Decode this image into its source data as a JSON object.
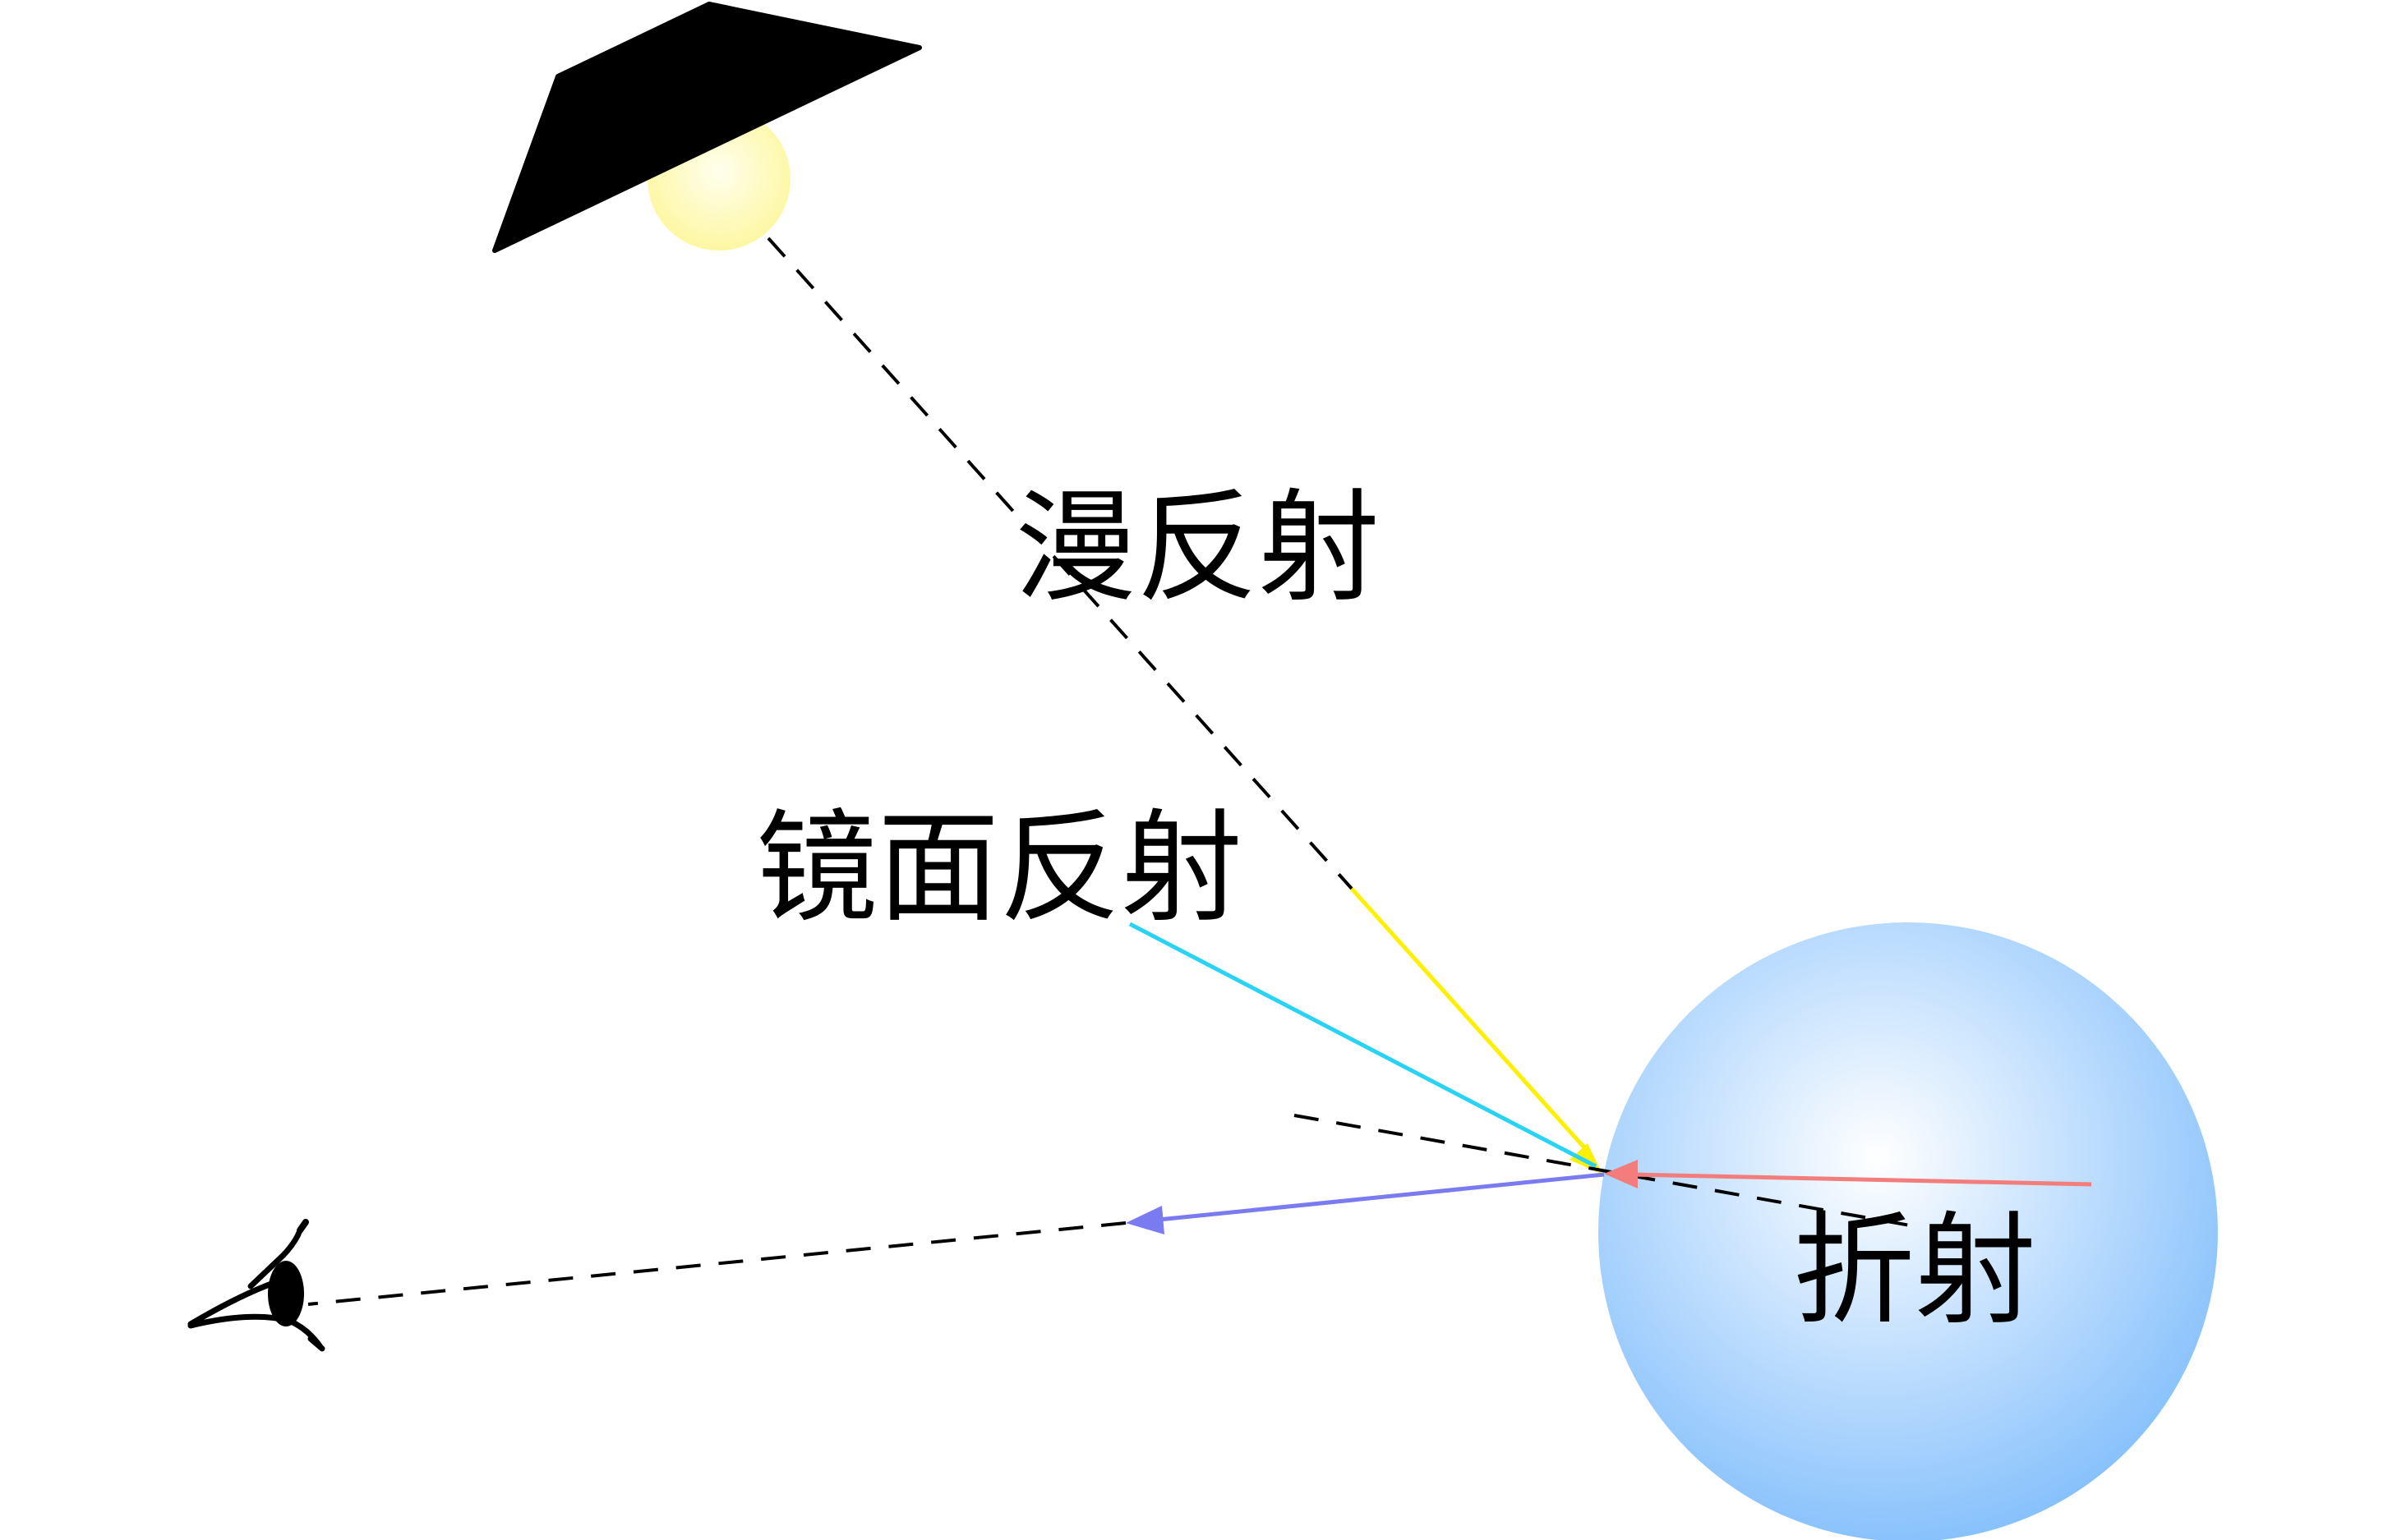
{
  "labels": {
    "diffuse": "漫反射",
    "specular": "镜面反射",
    "refraction": "折射"
  },
  "colors": {
    "background": "#ffffff",
    "lamp_shade": "#000000",
    "light_bulb_center": "#ffffee",
    "light_bulb_edge": "#fdf7a2",
    "sphere_center": "#ffffff",
    "sphere_edge": "#83bffc",
    "diffuse_ray": "#fff000",
    "specular_ray": "#2ad2f6",
    "refraction_ray": "#f37d7d",
    "eye_ray": "#7a7bf0",
    "dashed_line": "#000000"
  },
  "icons": {
    "light": "lamp-icon",
    "eye": "eye-icon",
    "sphere": "sphere"
  }
}
